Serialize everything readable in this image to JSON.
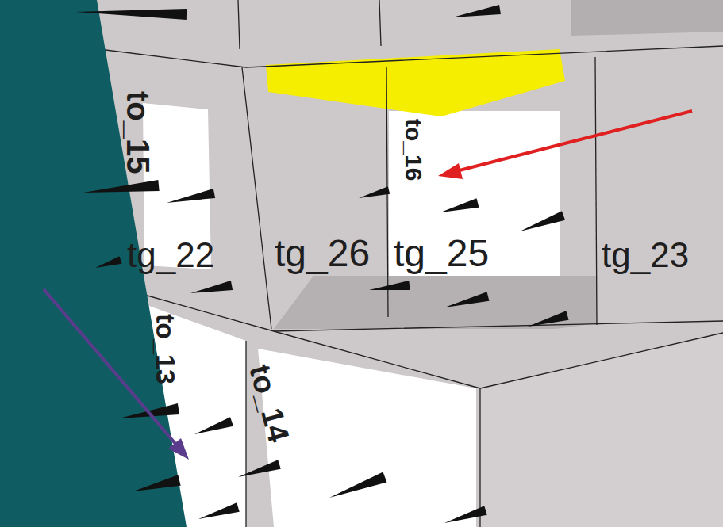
{
  "diagram": {
    "labels": [
      "to_15",
      "tg_22",
      "tg_26",
      "to_16",
      "tg_25",
      "tg_23",
      "to_13",
      "to_14"
    ]
  }
}
